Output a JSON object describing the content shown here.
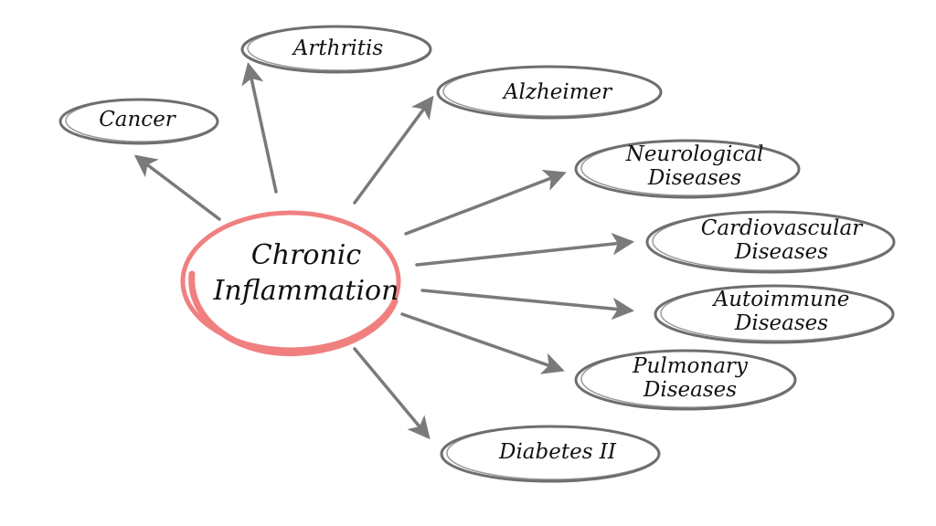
{
  "center": {
    "lines": [
      "Chronic",
      "Inflammation"
    ],
    "color": "#f08080"
  },
  "nodes": [
    {
      "id": "cancer",
      "lines": [
        "Cancer"
      ]
    },
    {
      "id": "arthritis",
      "lines": [
        "Arthritis"
      ]
    },
    {
      "id": "alzheimer",
      "lines": [
        "Alzheimer"
      ]
    },
    {
      "id": "neurological",
      "lines": [
        "Neurological",
        "Diseases"
      ]
    },
    {
      "id": "cardiovascular",
      "lines": [
        "Cardiovascular",
        "Diseases"
      ]
    },
    {
      "id": "autoimmune",
      "lines": [
        "Autoimmune",
        "Diseases"
      ]
    },
    {
      "id": "pulmonary",
      "lines": [
        "Pulmonary",
        "Diseases"
      ]
    },
    {
      "id": "diabetes",
      "lines": [
        "Diabetes II"
      ]
    }
  ],
  "colors": {
    "arrow": "#7a7a7a",
    "ellipse_stroke": "#6e6e6e",
    "text": "#111111"
  }
}
